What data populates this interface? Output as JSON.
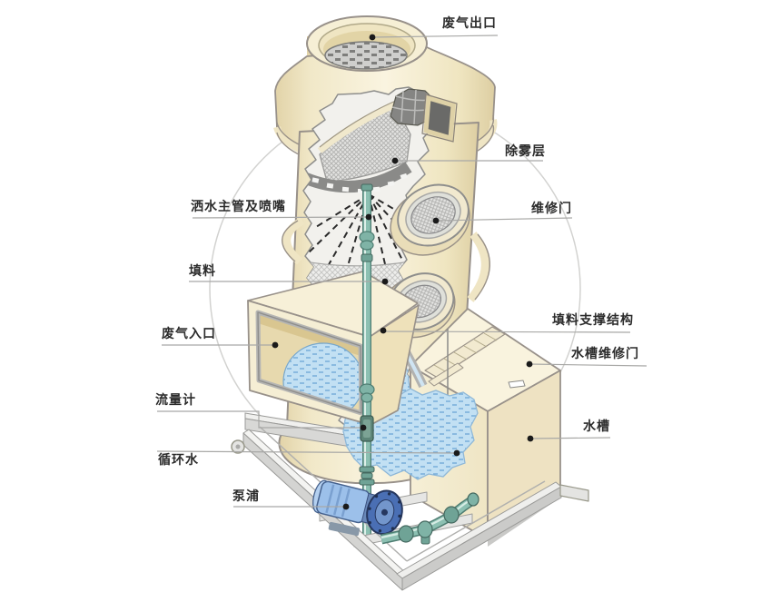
{
  "labels": {
    "waste_gas_outlet": "废气出口",
    "demister_layer": "除雾层",
    "maintenance_door": "维修门",
    "spray_header_nozzles": "洒水主管及喷嘴",
    "packing": "填料",
    "packing_support": "填料支撑结构",
    "tank_maintenance_door": "水槽维修门",
    "waste_gas_inlet": "废气入口",
    "water_tank": "水槽",
    "flow_meter": "流量计",
    "circulating_water": "循环水",
    "pump": "泵浦"
  },
  "colors": {
    "tower_cream": "#f7f0d6",
    "tower_shade": "#e6d7ae",
    "outline_gray": "#8e8e8c",
    "water_blue": "#bfe0f2",
    "water_line_blue": "#6ca6d6",
    "pipe_teal": "#8cc0b2",
    "pump_blue": "#4a6fb4",
    "leader_gray": "#a8a8a6",
    "label_text": "#2b2b2b"
  }
}
